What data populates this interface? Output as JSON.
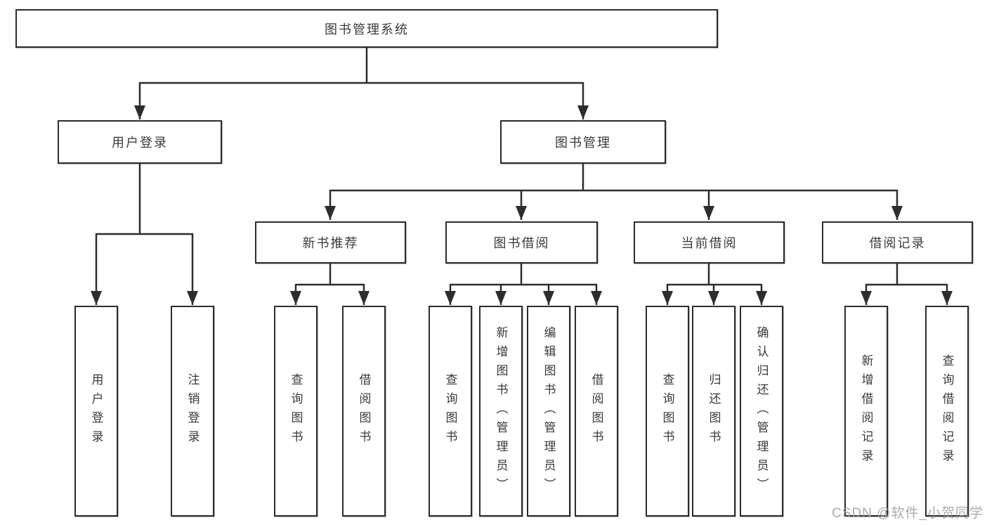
{
  "diagram": {
    "title_node": "图书管理系统",
    "nodes": {
      "root": "图书管理系统",
      "user_login": "用户登录",
      "book_mgmt": "图书管理",
      "new_book_recommend": "新书推荐",
      "book_borrow": "图书借阅",
      "current_borrow": "当前借阅",
      "borrow_records": "借阅记录"
    },
    "leaves": [
      "用户登录",
      "注销登录",
      "查询图书",
      "借阅图书",
      "查询图书",
      "新增图书（管理员）",
      "编辑图书（管理员）",
      "借阅图书",
      "查询图书",
      "归还图书",
      "确认归还（管理员）",
      "新增借阅记录",
      "查询借阅记录"
    ],
    "watermark": "CSDN @软件_小贺同学",
    "colors": {
      "line": "#2d2d2d",
      "border": "#2d2d2d",
      "text": "#3a3a3a",
      "watermark": "#a2a2a2",
      "background": "#ffffff"
    }
  }
}
